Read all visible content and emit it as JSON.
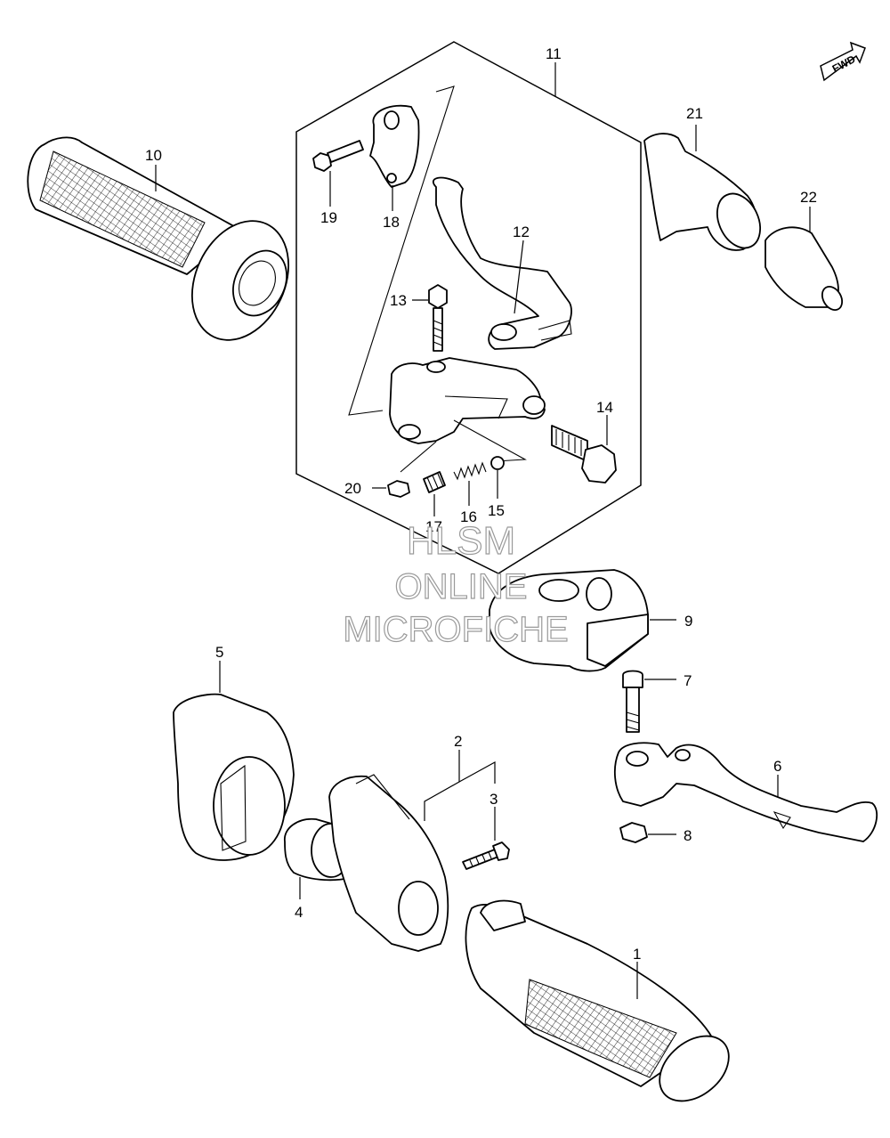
{
  "fwd_badge": {
    "label": "FWD"
  },
  "watermark": {
    "lines": [
      "HLSM",
      "ONLINE",
      "MICROFICHE"
    ]
  },
  "callouts": {
    "c1": "1",
    "c2": "2",
    "c3": "3",
    "c4": "4",
    "c5": "5",
    "c6": "6",
    "c7": "7",
    "c8": "8",
    "c9": "9",
    "c10": "10",
    "c11": "11",
    "c12": "12",
    "c13": "13",
    "c14": "14",
    "c15": "15",
    "c16": "16",
    "c17": "17",
    "c18": "18",
    "c19": "19",
    "c20": "20",
    "c21": "21",
    "c22": "22"
  }
}
